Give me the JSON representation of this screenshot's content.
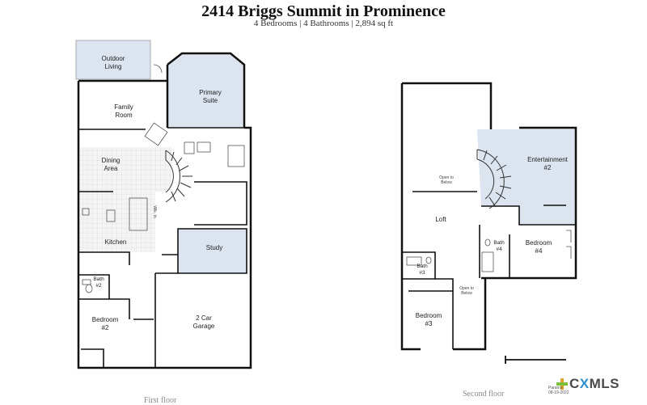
{
  "header": {
    "title": "2414 Briggs Summit in Prominence",
    "subtitle": "4 Bedrooms | 4 Bathrooms | 2,894 sq ft"
  },
  "first_floor": {
    "label": "First floor",
    "rooms": {
      "outdoor_living": [
        "Outdoor",
        "Living"
      ],
      "family_room": [
        "Family",
        "Room"
      ],
      "primary_suite": [
        "Primary",
        "Suite"
      ],
      "dining_area": [
        "Dining",
        "Area"
      ],
      "kitchen": "Kitchen",
      "study": "Study",
      "bath2": [
        "Bath",
        "#2"
      ],
      "bedroom2": [
        "Bedroom",
        "#2"
      ],
      "garage": [
        "2 Car",
        "Garage"
      ],
      "walk_in": "Wlk. In"
    }
  },
  "second_floor": {
    "label": "Second floor",
    "rooms": {
      "open_below_1": [
        "Open to",
        "Below"
      ],
      "entertainment": [
        "Entertainment",
        "#2"
      ],
      "loft": "Loft",
      "bath4": [
        "Bath",
        "#4"
      ],
      "bedroom4": [
        "Bedroom",
        "#4"
      ],
      "bath3": [
        "Bath",
        "#3"
      ],
      "open_below_2": [
        "Open to",
        "Below"
      ],
      "bedroom3": [
        "Bedroom",
        "#3"
      ]
    }
  },
  "logo": {
    "prefix": "C",
    "accent": "X",
    "suffix": "MLS"
  },
  "stamp": {
    "line1": "Paramo",
    "line2": "08-19-2022"
  },
  "colors": {
    "room_fill": "#dbe4ef",
    "wall": "#111111",
    "tile": "#e8e8e8",
    "logo_accent": "#2e8fcf"
  }
}
